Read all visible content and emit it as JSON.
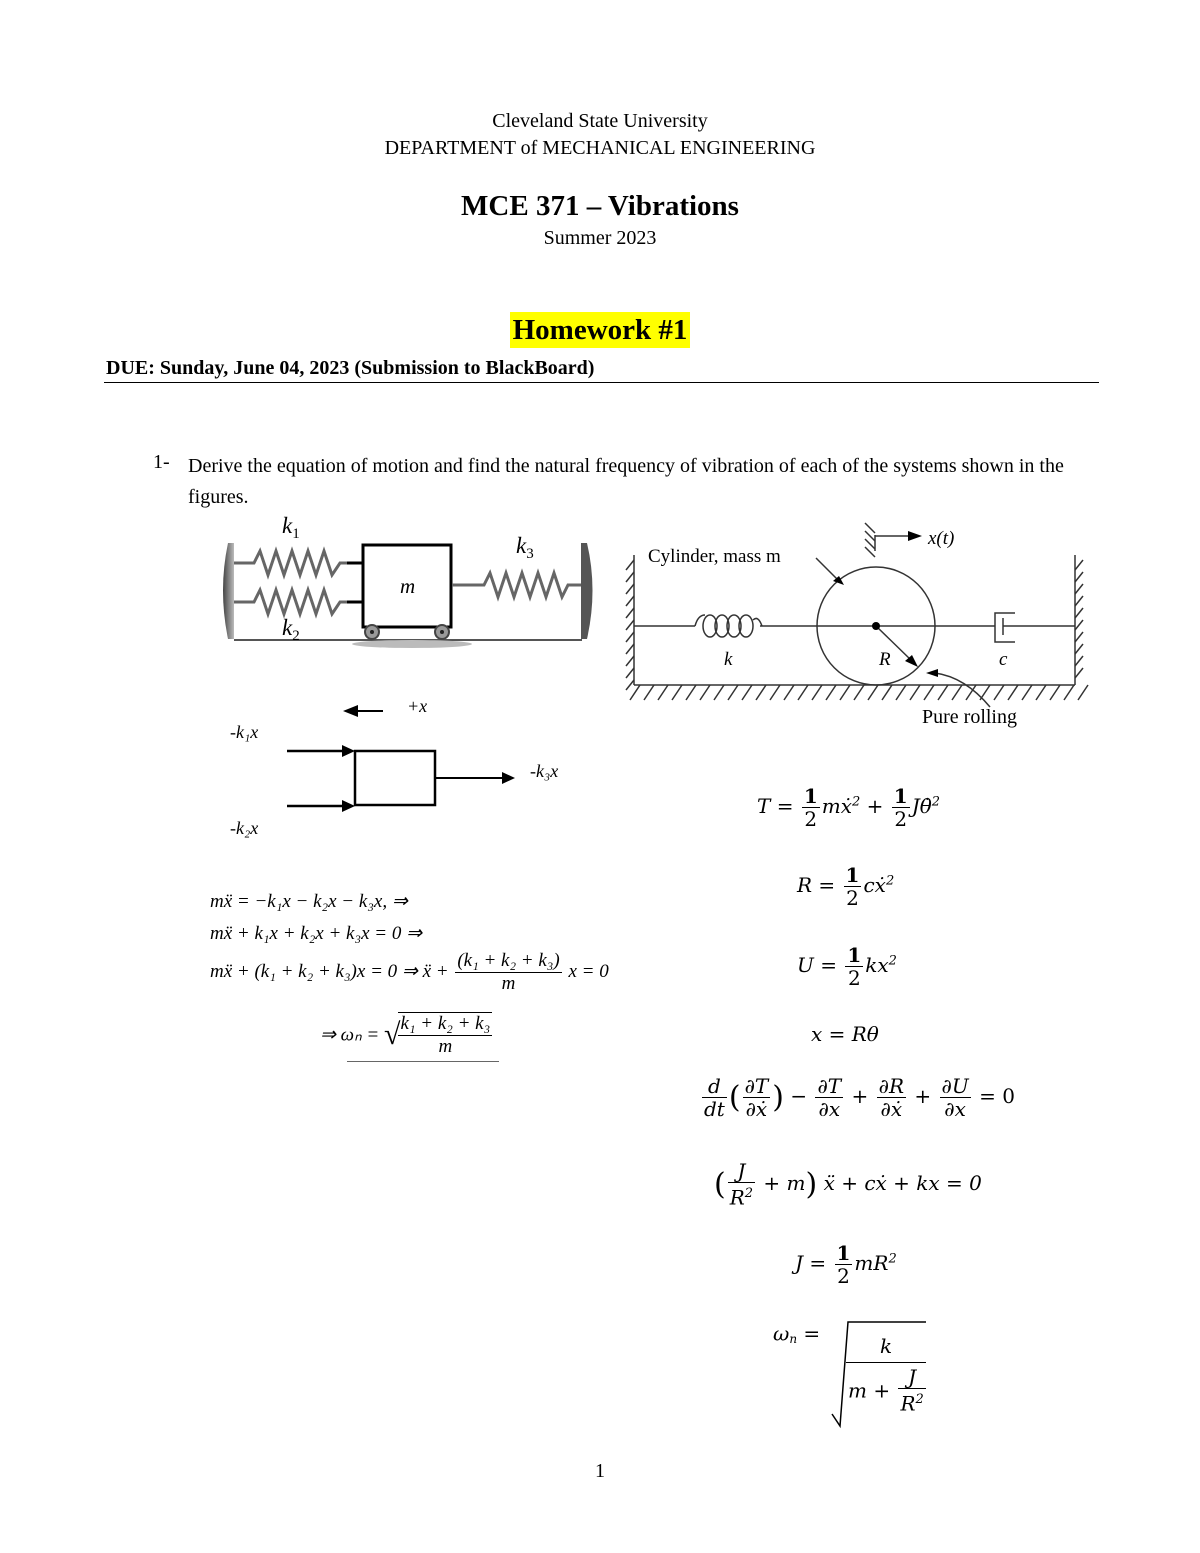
{
  "header": {
    "university": "Cleveland State University",
    "department": "DEPARTMENT of MECHANICAL ENGINEERING",
    "course": "MCE 371 – Vibrations",
    "term": "Summer 2023",
    "homework_title": "Homework #1",
    "due": "DUE:  Sunday, June 04, 2023 (Submission to BlackBoard)"
  },
  "question": {
    "number": "1-",
    "text": "Derive the equation of motion and find the natural frequency of vibration of each of the systems shown in the figures."
  },
  "figure_left": {
    "labels": {
      "k1": "k",
      "k1_sub": "1",
      "k2": "k",
      "k2_sub": "2",
      "k3": "k",
      "k3_sub": "3",
      "mass": "m"
    }
  },
  "fbd": {
    "direction": "+x",
    "force1": "-k₁x",
    "force2": "-k₂x",
    "force3": "-k₃x"
  },
  "solution_left": {
    "line1": "mẍ = −k₁x − k₂x − k₃x, ⇒",
    "line2": "mẍ + k₁x + k₂x + k₃x = 0 ⇒",
    "line3_a": "mẍ + (k₁ + k₂ + k₃)x = 0 ⇒ ẍ +",
    "line3_num": "(k₁ + k₂ + k₃)",
    "line3_den": "m",
    "line3_b": "x = 0",
    "line4_a": "⇒ ωₙ =",
    "line4_num": "k₁ + k₂ + k₃",
    "line4_den": "m"
  },
  "figure_right": {
    "cylinder_label": "Cylinder, mass m",
    "displacement": "x(t)",
    "spring": "k",
    "radius": "R",
    "damper": "c",
    "contact": "Pure rolling"
  },
  "solution_right": {
    "T": {
      "lhs": "T =",
      "n1": "1",
      "d1": "2",
      "t1": "mẋ",
      "plus": "+",
      "n2": "1",
      "d2": "2",
      "t2": "Jθ̇"
    },
    "R": {
      "lhs": "R =",
      "n": "1",
      "d": "2",
      "t": "cẋ"
    },
    "U": {
      "lhs": "U =",
      "n": "1",
      "d": "2",
      "t": "kx"
    },
    "kin": "x = Rθ",
    "lagrange": {
      "d": "d",
      "dt": "dt",
      "dT": "∂T",
      "dxdot": "∂ẋ",
      "minus": "−",
      "dT2": "∂T",
      "dx": "∂x",
      "plus1": "+",
      "dR": "∂R",
      "dxdot2": "∂ẋ",
      "plus2": "+",
      "dU": "∂U",
      "dx2": "∂x",
      "eq": "= 0"
    },
    "eom": {
      "J": "J",
      "R2": "R",
      "rest_a": "+ m",
      "rest_b": "ẍ + cẋ + kx = 0"
    },
    "inertia": {
      "lhs": "J =",
      "n": "1",
      "d": "2",
      "t": "mR"
    },
    "omega": {
      "lhs": "ω",
      "lhs_sub": "n",
      "eq": "=",
      "num": "k",
      "den_a": "m +",
      "den_J": "J",
      "den_R": "R"
    }
  },
  "footer": {
    "page_number": "1"
  }
}
